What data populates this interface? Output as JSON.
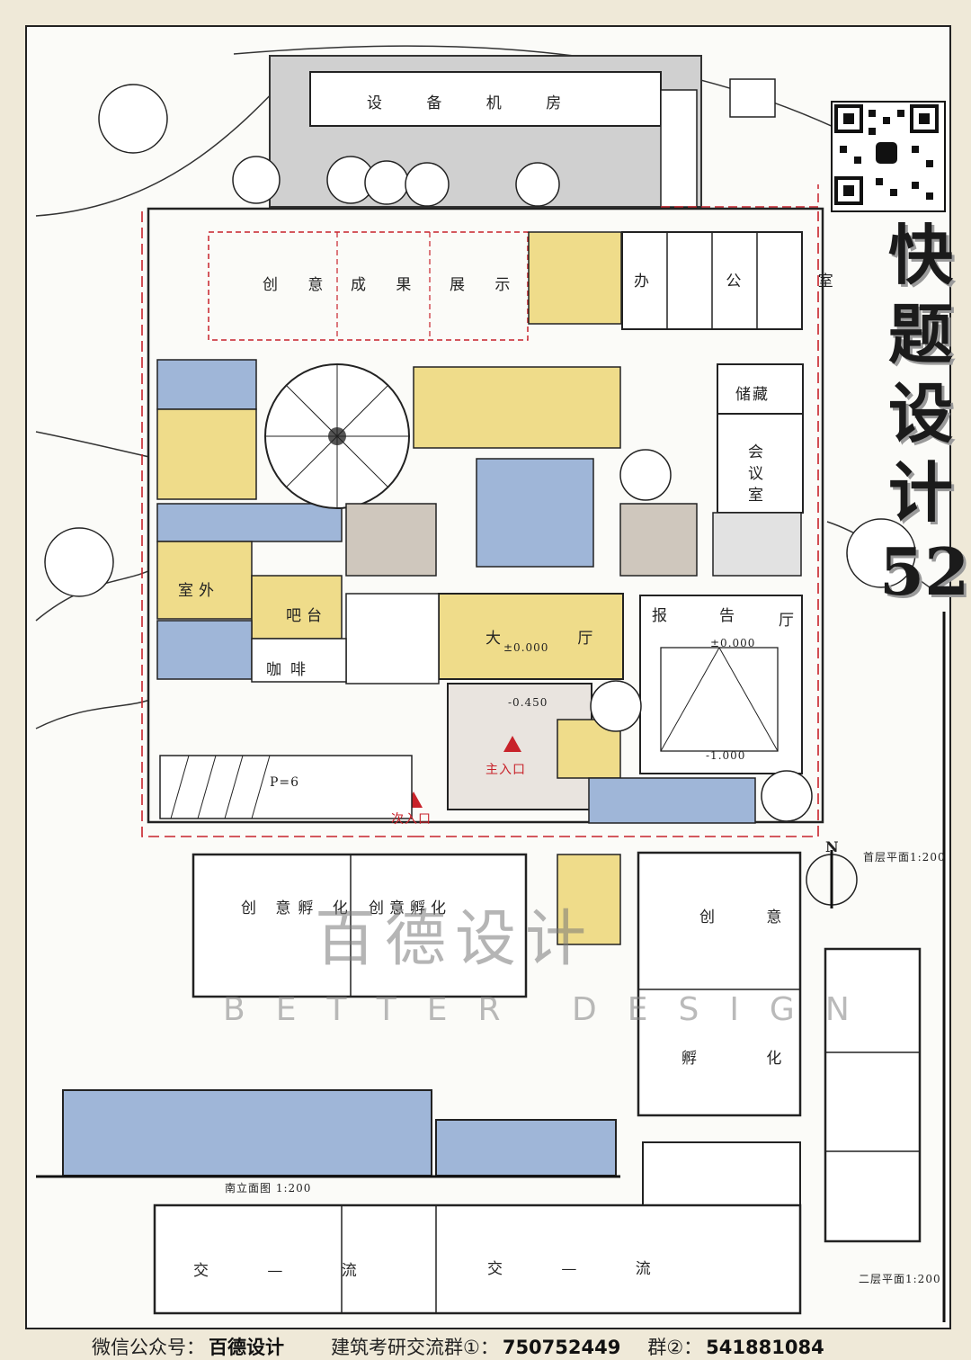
{
  "drawing": {
    "title_chars": [
      "快",
      "题",
      "设",
      "计",
      "52"
    ],
    "rooms": {
      "equipment_room": "设 备 机 房",
      "creative_exhibition": [
        "创 意",
        "成 果",
        "展 示"
      ],
      "office": "办 公 室",
      "storage": "储藏",
      "meeting_room": [
        "会",
        "议",
        "室"
      ],
      "outdoor": "室外",
      "cafe": "咖啡",
      "bar": "吧台",
      "hall": "大 厅",
      "reception": [
        "报",
        "告",
        "厅"
      ],
      "incubation_left": "创 意孵 化",
      "incubation_mid": "创意孵化",
      "creative_right": "创 意",
      "incubation_right": "孵 化",
      "exchange_left": "交 — 流",
      "exchange_right": "交 — 流"
    },
    "annotations": {
      "main_entrance": "主入口",
      "second_entrance": "次入口",
      "level_hall": "±0.000",
      "level_entry": "-0.450",
      "level_report": "±0.000",
      "level_low": "-1.000",
      "parking": "P=6",
      "ground_plan_label": "首层平面1:200",
      "upper_plan_label": "二层平面1:200",
      "south_elevation_label": "南立面图 1:200",
      "north": "N"
    }
  },
  "watermark": {
    "cn": "百德设计",
    "en": "BETTER DESIGN"
  },
  "footer": {
    "wechat_label": "微信公众号：",
    "wechat_name": "百德设计",
    "group1_label": "建筑考研交流群①：",
    "group1_number": "750752449",
    "group2_label": "群②：",
    "group2_number": "541881084"
  },
  "colors": {
    "blue": "#9fb6d8",
    "yellow": "#efdc8a",
    "grey": "#b9b9b9",
    "red": "#c8222a"
  }
}
